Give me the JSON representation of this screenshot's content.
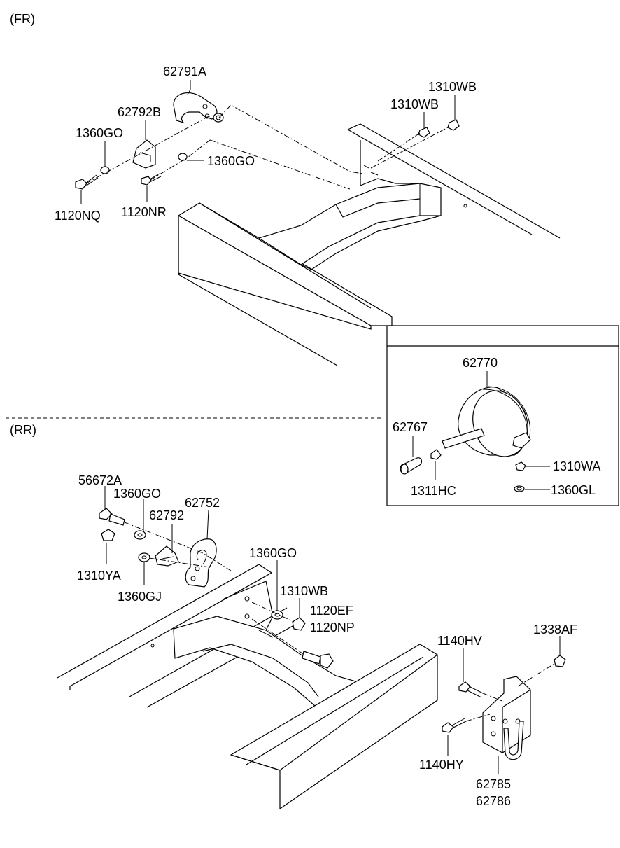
{
  "sections": {
    "front": "(FR)",
    "rear": "(RR)"
  },
  "front_labels": {
    "p62791A": "62791A",
    "p62792B": "62792B",
    "p1360GO_a": "1360GO",
    "p1360GO_b": "1360GO",
    "p1120NQ": "1120NQ",
    "p1120NR": "1120NR",
    "p1310WB_a": "1310WB",
    "p1310WB_b": "1310WB"
  },
  "inset_labels": {
    "p62770": "62770",
    "p62767": "62767",
    "p1311HC": "1311HC",
    "p1310WA": "1310WA",
    "p1360GL": "1360GL"
  },
  "rear_labels": {
    "p56672A": "56672A",
    "p1360GO_a": "1360GO",
    "p62752": "62752",
    "p62792": "62792",
    "p1310YA": "1310YA",
    "p1360GJ": "1360GJ",
    "p1360GO_b": "1360GO",
    "p1310WB": "1310WB",
    "p1120EF": "1120EF",
    "p1120NP": "1120NP",
    "p1140HV": "1140HV",
    "p1338AF": "1338AF",
    "p1140HY": "1140HY",
    "p62785": "62785",
    "p62786": "62786"
  }
}
